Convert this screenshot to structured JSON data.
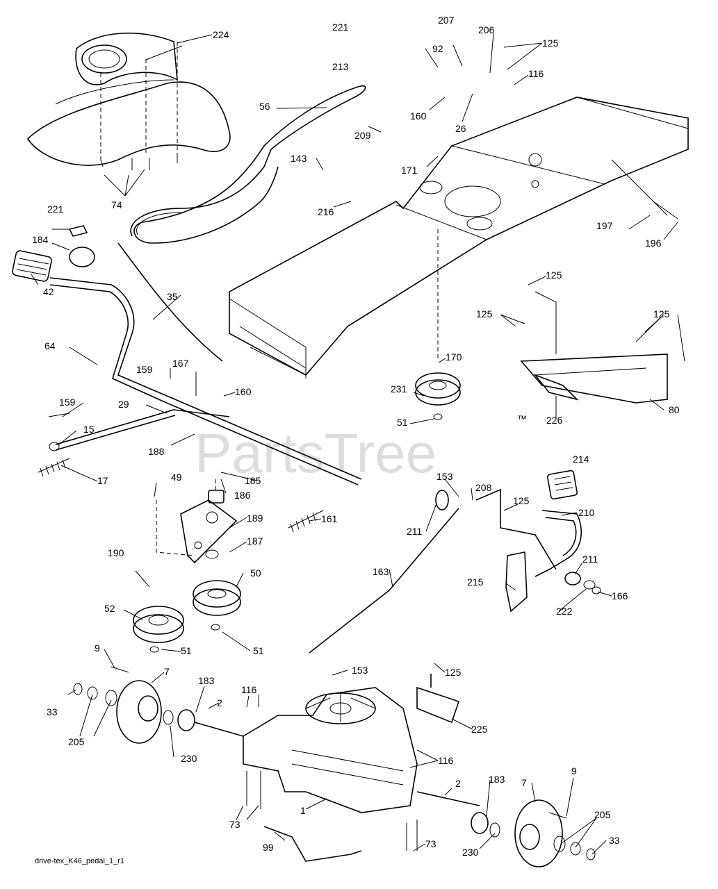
{
  "watermark": "PartsTree",
  "trademark": "™",
  "caption": "drive-tex_K46_pedal_1_r1",
  "labels": {
    "l224": "224",
    "l221a": "221",
    "l213": "213",
    "l207": "207",
    "l206": "206",
    "l125a": "125",
    "l92": "92",
    "l116a": "116",
    "l56": "56",
    "l160a": "160",
    "l26": "26",
    "l209": "209",
    "l171": "171",
    "l143": "143",
    "l216": "216",
    "l74": "74",
    "l221b": "221",
    "l184": "184",
    "l42": "42",
    "l197": "197",
    "l196": "196",
    "l35": "35",
    "l125b": "125",
    "l125c": "125",
    "l125d": "125",
    "l64": "64",
    "l159a": "159",
    "l167": "167",
    "l160b": "160",
    "l170": "170",
    "l231": "231",
    "l51a": "51",
    "l226": "226",
    "l80": "80",
    "l29": "29",
    "l159b": "159",
    "l15": "15",
    "l17": "17",
    "l188": "188",
    "l214": "214",
    "l49": "49",
    "l185": "185",
    "l186": "186",
    "l153a": "153",
    "l208": "208",
    "l125e": "125",
    "l210": "210",
    "l189": "189",
    "l187": "187",
    "l161": "161",
    "l211a": "211",
    "l190": "190",
    "l163": "163",
    "l50": "50",
    "l211b": "211",
    "l215": "215",
    "l222": "222",
    "l166": "166",
    "l52": "52",
    "l51b": "51",
    "l51c": "51",
    "l9a": "9",
    "l7a": "7",
    "l153b": "153",
    "l125f": "125",
    "l183a": "183",
    "l116b": "116",
    "l2a": "2",
    "l33a": "33",
    "l205a": "205",
    "l225": "225",
    "l230a": "230",
    "l116c": "116",
    "l2b": "2",
    "l183b": "183",
    "l7b": "7",
    "l9b": "9",
    "l1": "1",
    "l73a": "73",
    "l205b": "205",
    "l33b": "33",
    "l99": "99",
    "l230b": "230",
    "l73b": "73"
  }
}
